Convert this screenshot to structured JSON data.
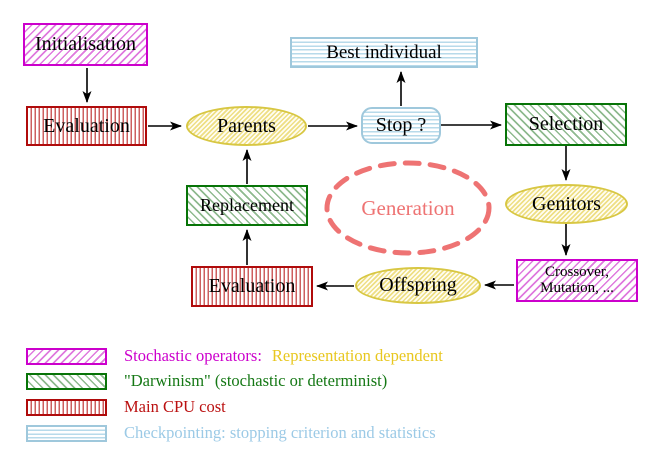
{
  "nodes": {
    "initialisation": {
      "label": "Initialisation"
    },
    "evaluation_top": {
      "label": "Evaluation"
    },
    "parents": {
      "label": "Parents"
    },
    "best_individual": {
      "label": "Best individual"
    },
    "stop": {
      "label": "Stop ?"
    },
    "selection": {
      "label": "Selection"
    },
    "replacement": {
      "label": "Replacement"
    },
    "generation": {
      "label": "Generation"
    },
    "genitors": {
      "label": "Genitors"
    },
    "evaluation_bottom": {
      "label": "Evaluation"
    },
    "offspring": {
      "label": "Offspring"
    },
    "crossover": {
      "line1": "Crossover,",
      "line2": "Mutation, ..."
    }
  },
  "legend": {
    "items": [
      {
        "swatch": "magenta-hatch",
        "label": "Stochastic operators:",
        "label_secondary": "Representation dependent"
      },
      {
        "swatch": "green-hatch",
        "label": "\"Darwinism\" (stochastic or determinist)"
      },
      {
        "swatch": "red-stripes",
        "label": "Main CPU cost"
      },
      {
        "swatch": "cyan-stripes",
        "label": "Checkpointing: stopping criterion and statistics"
      }
    ]
  },
  "colors": {
    "magenta": "#cc00cc",
    "green": "#077407",
    "red": "#b00b0b",
    "cyan": "#9fc8dc",
    "yellow": "#d8c743",
    "salmon": "#ee7373",
    "gold_text": "#e8c71f",
    "arrow": "#000000"
  }
}
